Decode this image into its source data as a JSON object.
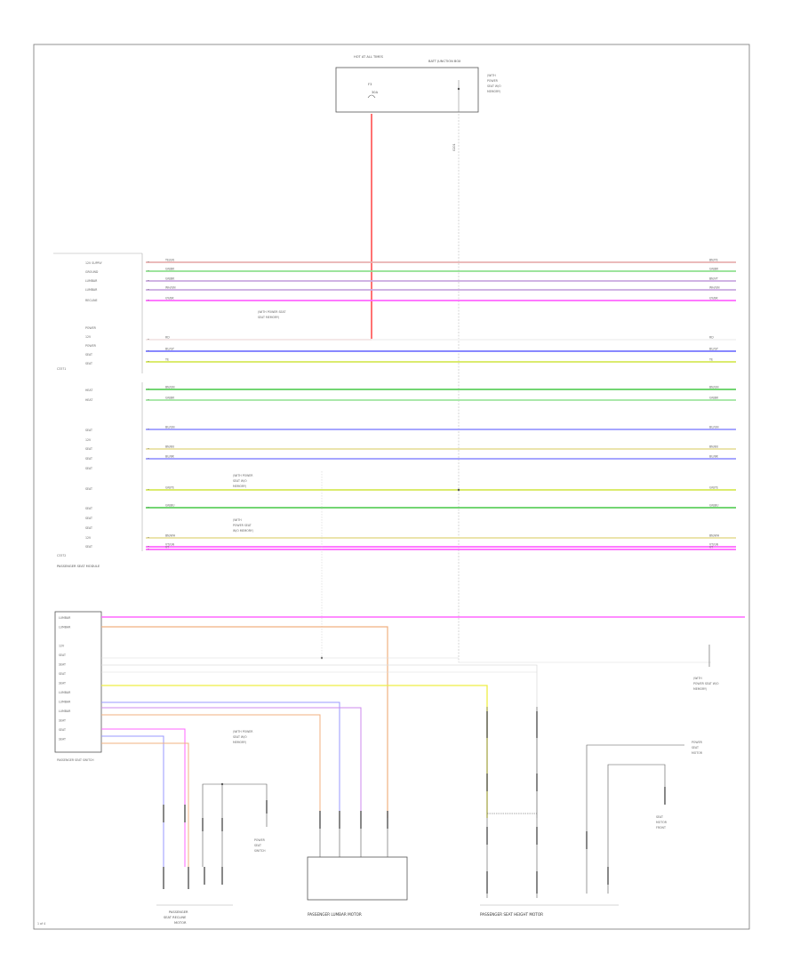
{
  "fuse": {
    "title_l1": "HOT AT ALL TIMES",
    "title_l2": "BATT JUNCTION BOX",
    "fuse_name": "F3",
    "fuse_amp": "30A"
  },
  "relay_note": [
    "(WITH",
    "POWER",
    "SEAT W/O",
    "MEMORY)"
  ],
  "gnd_top": "G201",
  "stripes": [
    {
      "left": "YE/GN",
      "right": "BN/YE",
      "color": "#e8b0b0"
    },
    {
      "left": "GN/BK",
      "right": "GN/BK",
      "color": "#8fe08f"
    },
    {
      "left": "GN/BK",
      "right": "BN/VT",
      "color": "#c9a8e0"
    },
    {
      "left": "WH/GN",
      "right": "WH/GN",
      "color": "#c9a8e0"
    },
    {
      "left": "GY/BK",
      "right": "GY/BK",
      "color": "#ff66ff"
    },
    {
      "left": "RD",
      "right": "RD",
      "color": "#ffffff"
    },
    {
      "left": "BU/GY",
      "right": "BU/GY",
      "color": "#7777ff"
    },
    {
      "left": "YE",
      "right": "YE",
      "color": "#d6e85a"
    },
    {
      "left": "BN/GN",
      "right": "BN/GN",
      "color": "#5fcf5f"
    },
    {
      "left": "GN/BK",
      "right": "GN/BK",
      "color": "#9fe59f"
    },
    {
      "left": "BU/GN",
      "right": "BU/GN",
      "color": "#9999ff"
    },
    {
      "left": "BN/BU",
      "right": "BN/BU",
      "color": "#e8e0a0"
    },
    {
      "left": "BU/BK",
      "right": "BU/BK",
      "color": "#9999ff"
    },
    {
      "left": "GN/YE",
      "right": "GN/YE",
      "color": "#d6e85a"
    },
    {
      "left": "GN/BU",
      "right": "GN/BU",
      "color": "#5fcf5f"
    },
    {
      "left": "BN/WH",
      "right": "BN/WH",
      "color": "#e8e0a0"
    },
    {
      "left": "VT/GN",
      "right": "VT/GN",
      "color": "#ff66ff"
    },
    {
      "left": "VT",
      "right": "VT",
      "color": "#ff66ff"
    }
  ],
  "left_labels_group1": [
    "12V SUPPLY",
    "GROUND",
    "LUMBAR",
    "LUMBAR",
    "RECLINE",
    "",
    "POWER",
    "12V",
    "POWER",
    "SEAT",
    "SEAT"
  ],
  "left_labels_group2": [
    "HEAT",
    "HEAT",
    "",
    "",
    "SEAT",
    "12V",
    "SEAT",
    "SEAT",
    "SEAT",
    "",
    "SEAT",
    "",
    "SEAT",
    "SEAT",
    "SEAT",
    "12V",
    "SEAT"
  ],
  "connector_groups": [
    "C3371",
    "C3372"
  ],
  "panel_caption": "PASSENGER SEAT MODULE",
  "panel_pins": [
    "LUMBAR",
    "LUMBAR",
    "",
    "12V",
    "SEAT",
    "SEAT",
    "SEAT",
    "SEAT",
    "LUMBAR",
    "LUMBAR",
    "LUMBAR",
    "SEAT",
    "SEAT",
    "SEAT"
  ],
  "panel_pins_title": "PASSENGER SEAT SWITCH",
  "side_notes": {
    "n1": [
      "(WITH POWER SEAT",
      "SEAT MEMORY)"
    ],
    "n2": [
      "(WITH POWER",
      "SEAT W/O",
      "MEMORY)"
    ],
    "n3": [
      "(WITH",
      "POWER SEAT",
      "W/O MEMORY)"
    ],
    "n4": [
      "(WITH POWER",
      "SEAT W/O",
      "MEMORY)"
    ],
    "n5": [
      "(WITH",
      "POWER SEAT W/O",
      "MEMORY)"
    ],
    "n6": [
      "POWER",
      "SEAT",
      "SWITCH"
    ],
    "n7": [
      "POWER",
      "SEAT",
      "MOTOR"
    ],
    "n8": [
      "SEAT",
      "MOTOR",
      "FRONT"
    ]
  },
  "bottom_caps": {
    "c1": [
      "PASSENGER",
      "SEAT RECLINE",
      "MOTOR"
    ],
    "c2": "PASSENGER LUMBAR MOTOR",
    "c3": "PASSENGER SEAT HEIGHT MOTOR"
  },
  "page_code": "1 of 4"
}
